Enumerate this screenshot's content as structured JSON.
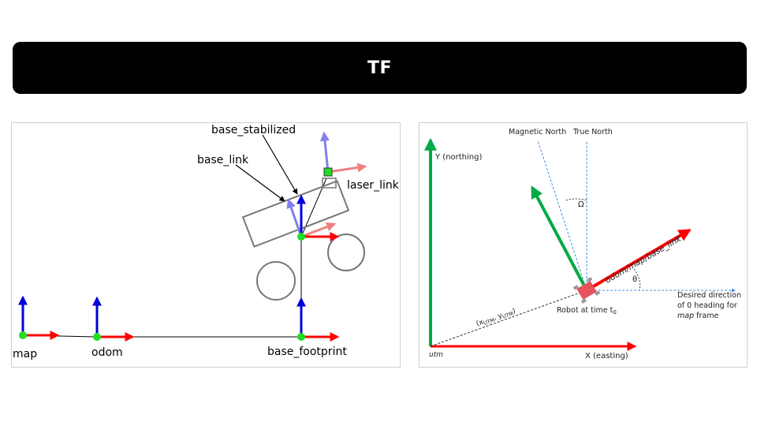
{
  "header": {
    "title": "TF"
  },
  "left_diagram": {
    "labels": {
      "base_stabilized": "base_stabilized",
      "base_link": "base_link",
      "laser_link": "laser_link",
      "map": "map",
      "odom": "odom",
      "base_footprint": "base_footprint"
    }
  },
  "right_diagram": {
    "labels": {
      "y_axis": "Y (northing)",
      "x_axis": "X (easting)",
      "magnetic_north": "Magnetic North",
      "true_north": "True North",
      "omega": "Ω",
      "theta": "θ",
      "frame_arrow": "odom/map/base_link",
      "robot_caption": "Robot at time t",
      "robot_caption_sub": "0",
      "utm_origin": "utm",
      "coord_x": "x",
      "coord_x_sub": "UTM",
      "coord_y": "y",
      "coord_y_sub": "UTM",
      "desired_line1": "Desired direction",
      "desired_line2": "of 0 heading for",
      "desired_line3": "map",
      "desired_line3_rest": " frame"
    }
  },
  "colors": {
    "red": "#ff0000",
    "blue": "#0000dd",
    "green_dot": "#22dd22",
    "light_red": "#f08080",
    "light_blue": "#8080ee",
    "green_arrow": "#00aa44",
    "guide_blue": "#4a90d9",
    "robot": "#e5535b"
  }
}
